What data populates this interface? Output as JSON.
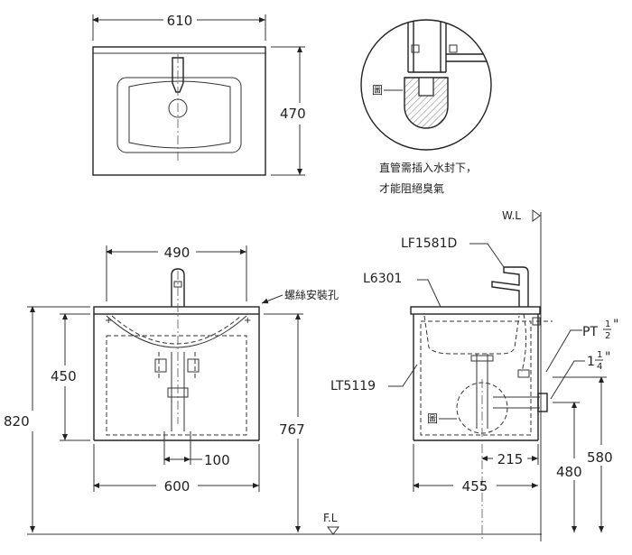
{
  "top_view": {
    "width": "610",
    "depth": "470"
  },
  "detail": {
    "callout": "圖",
    "note_line1": "直管需插入水封下，",
    "note_line2": "才能阻絕臭氣"
  },
  "front_view": {
    "basin_width": "490",
    "screw_hole_label": "螺絲安裝孔",
    "height_450": "450",
    "height_820": "820",
    "height_767": "767",
    "pipe_spacing": "100",
    "cabinet_width": "600",
    "floor_label": "F.L"
  },
  "side_view": {
    "wall_label": "W.L",
    "faucet_model": "LF1581D",
    "basin_model": "L6301",
    "cabinet_model": "LT5119",
    "callout": "圖",
    "pt_label": "PT",
    "pt_num": "1",
    "pt_den": "2",
    "pt_mark": "\"",
    "drain_whole": "1",
    "drain_num": "1",
    "drain_den": "4",
    "drain_mark": "\"",
    "dim_215": "215",
    "dim_455": "455",
    "dim_480": "480",
    "dim_580": "580"
  }
}
